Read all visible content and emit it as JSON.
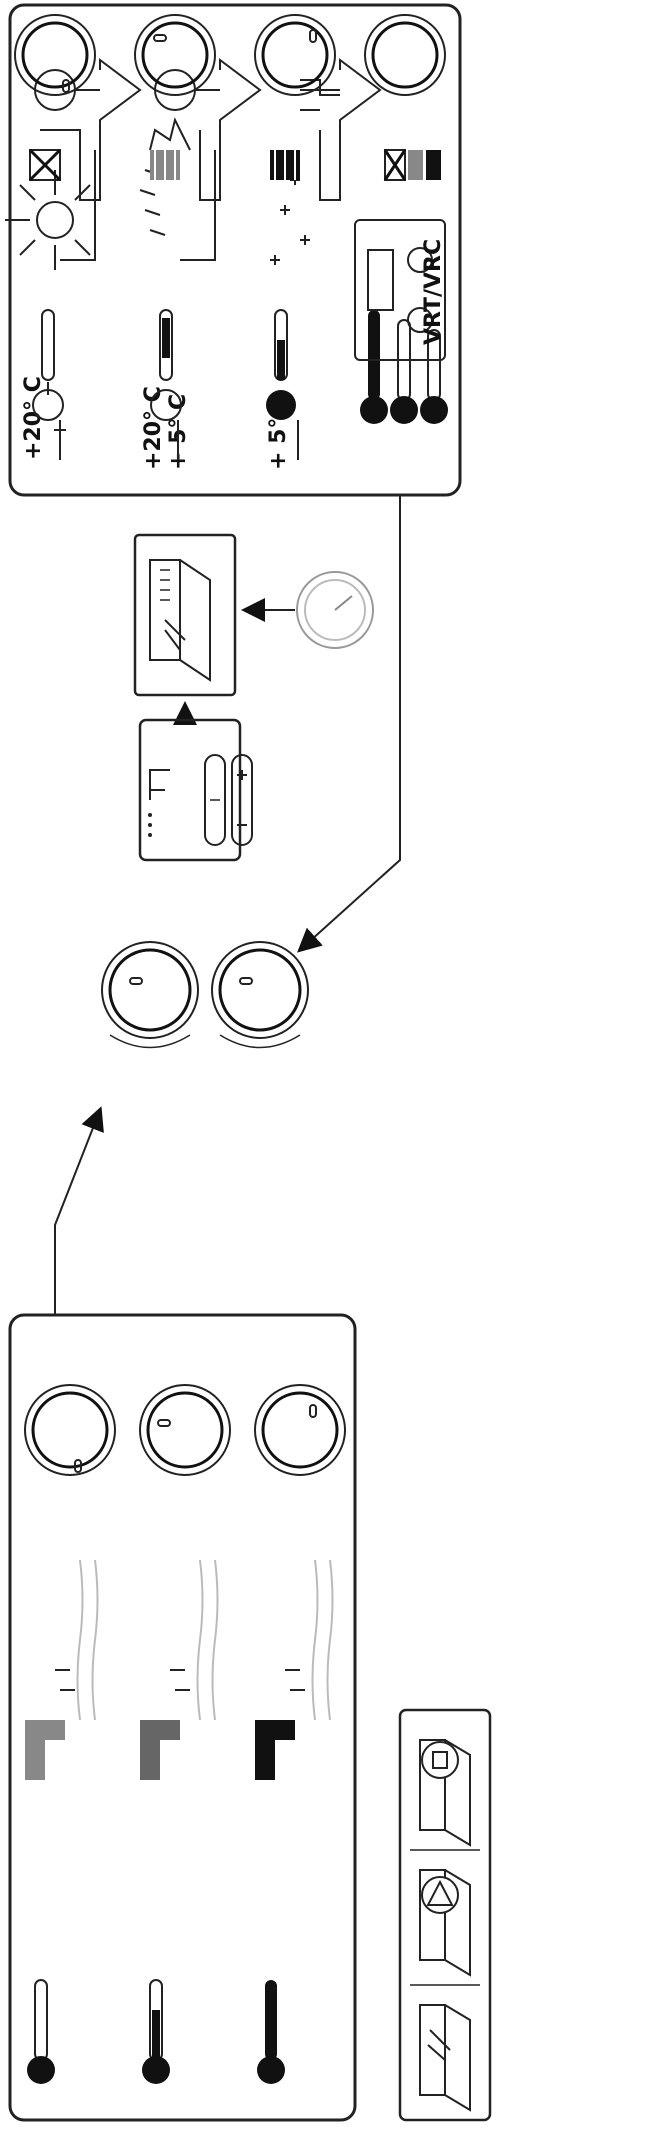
{
  "heating_panel": {
    "rows": [
      {
        "temp_label": "+20° C"
      },
      {
        "temp_label_top": "+20° C",
        "temp_label_bottom": "+ 5° C"
      },
      {
        "temp_label": "+ 5° C"
      },
      {
        "control_label": "VRT/VRC"
      }
    ]
  },
  "colors": {
    "stroke": "#222222",
    "fill_dark": "#111111",
    "fill_grey": "#888888",
    "background": "#ffffff"
  },
  "icons": [
    "thermometer-icon",
    "weather-icon",
    "radiator-icon",
    "dial-icon",
    "tap-icon",
    "manual-icon",
    "warning-icon",
    "pressure-gauge-icon",
    "display-icon"
  ]
}
